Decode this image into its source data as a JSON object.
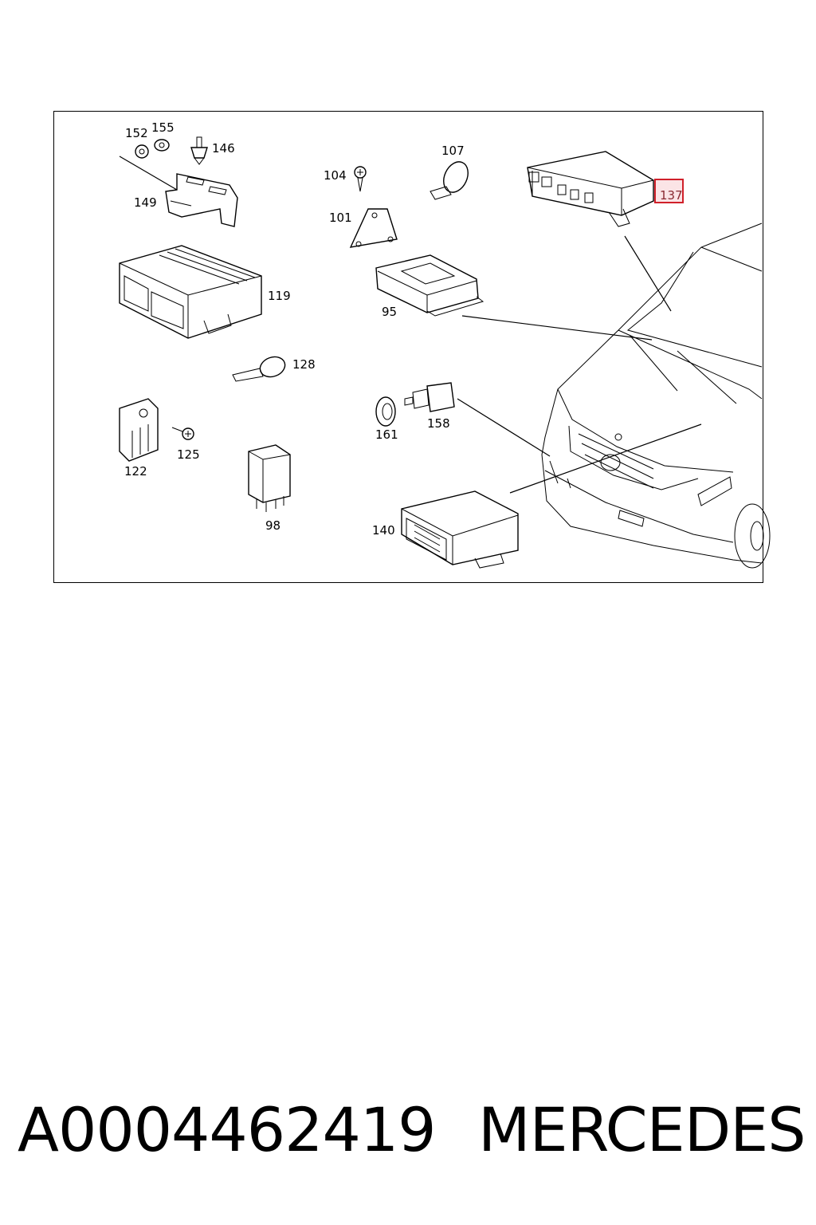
{
  "diagram": {
    "labels": {
      "p152": "152",
      "p155": "155",
      "p146": "146",
      "p149": "149",
      "p104": "104",
      "p107": "107",
      "p101": "101",
      "p137": "137",
      "p119": "119",
      "p95": "95",
      "p128": "128",
      "p122": "122",
      "p125": "125",
      "p161": "161",
      "p158": "158",
      "p98": "98",
      "p140": "140"
    },
    "highlighted_part": "137",
    "highlight_color": "#d0202a"
  },
  "footer": {
    "part_number": "A0004462419",
    "brand": "MERCEDES"
  }
}
